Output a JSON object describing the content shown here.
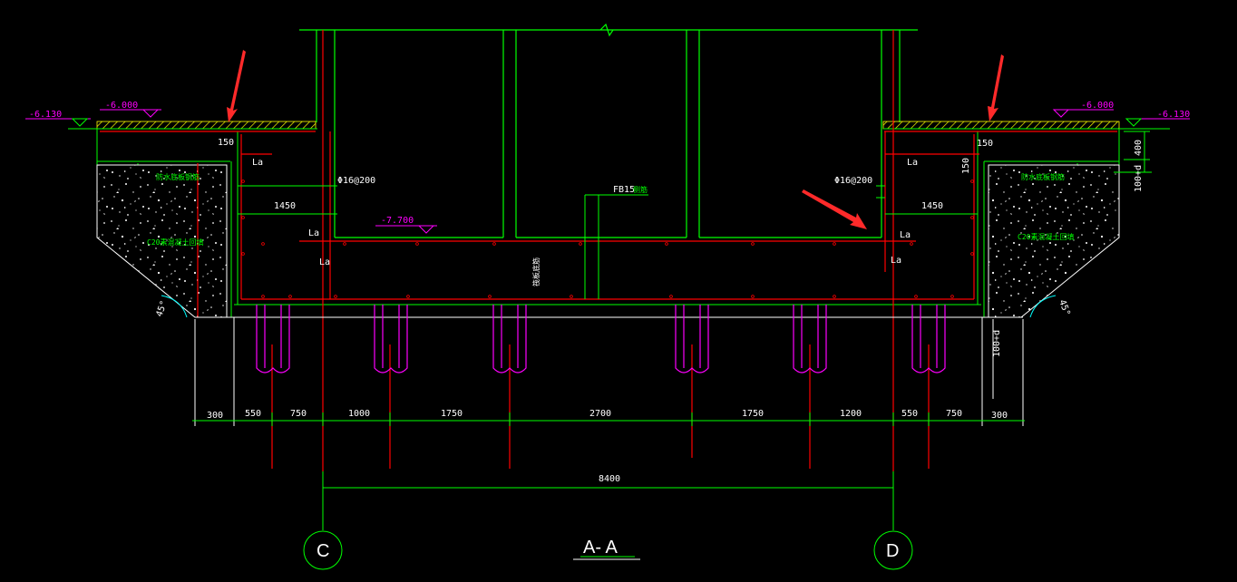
{
  "drawing": {
    "title": "A- A",
    "axis_c": "C",
    "axis_d": "D",
    "elev_left_outer": "-6.130",
    "elev_left_inner": "-6.000",
    "elev_right_inner": "-6.000",
    "elev_right_outer": "-6.130",
    "elev_bottom": "-7.700",
    "dim_150_left": "150",
    "dim_150_right": "150",
    "dim_150_vert": "150",
    "dim_400_vert": "400",
    "dim_100d_top": "100+d",
    "dim_100d_bottom": "100+d",
    "dim_1450_left": "1450",
    "dim_1450_right": "1450",
    "la_1": "La",
    "la_2": "La",
    "la_3": "La",
    "la_4": "La",
    "la_5": "La",
    "la_6": "La",
    "rebar_left": "Φ16@200",
    "rebar_right": "Φ16@200",
    "beam_label": "FB15",
    "beam_suffix": "侧筋",
    "note_left": "防水底板钢筋",
    "note_right": "防水底板钢筋",
    "fill_left": "C20素混凝土回填",
    "fill_right": "C20素混凝土回填",
    "slab_note": "筏板底筋",
    "angle_left": "45°",
    "angle_right": "45°",
    "bottom_dims": [
      "300",
      "550",
      "750",
      "1000",
      "1750",
      "2700",
      "1750",
      "1200",
      "550",
      "750",
      "300"
    ],
    "overall_dim": "8400"
  },
  "colors": {
    "green": "#00ff00",
    "red": "#ff0000",
    "white": "#ffffff",
    "magenta": "#ff00ff",
    "yellow": "#ffff00",
    "cyan": "#00ffff",
    "arrow": "#ff2a2a"
  }
}
